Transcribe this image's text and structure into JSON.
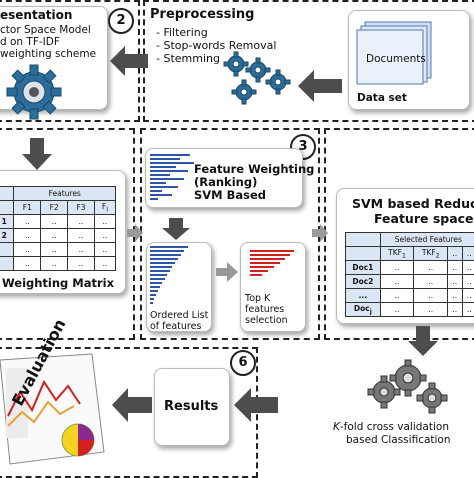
{
  "colors": {
    "blue": "#2f55a4",
    "red": "#d21f1f",
    "arrow": "#4d4d4d",
    "gear": "#2c6d9a"
  },
  "representation": {
    "step": "2",
    "title": "esentation",
    "lines": [
      "ctor Space Model",
      "d on TF-IDF",
      "weighting scheme"
    ]
  },
  "preprocessing": {
    "title": "Preprocessing",
    "lines": [
      "- Filtering",
      "- Stop-words Removal",
      "- Stemming"
    ],
    "documents_label": "Documents",
    "dataset_label": "Data set"
  },
  "weighting_matrix": {
    "caption": "Weighting Matrix",
    "header": "Features",
    "columns": [
      "F1",
      "F2",
      "F3",
      "F"
    ],
    "col_sub": "l",
    "rows": [
      "1",
      "2",
      "",
      ""
    ],
    "cell": ".."
  },
  "feature_weighting": {
    "step": "3",
    "lines": [
      "Feature Weighting",
      "(Ranking)",
      "SVM Based"
    ],
    "ordered_label": [
      "Ordered List",
      "of features"
    ],
    "topk_label": [
      "Top K",
      "features",
      "selection"
    ]
  },
  "reduced_space": {
    "title_lines": [
      "SVM based Reduce",
      "Feature space"
    ],
    "header": "Selected Features",
    "columns": [
      "TKF",
      "TKF",
      "..",
      ".."
    ],
    "col_subs": [
      "1",
      "2"
    ],
    "rows": [
      "Doc1",
      "Doc2",
      "...",
      "Doc"
    ],
    "row_sub": "j",
    "cell": ".."
  },
  "evaluation": {
    "step": "6",
    "label": "Evaluation",
    "results_label": "Results"
  },
  "classification": {
    "lines": [
      "-fold cross validation",
      "based Classification"
    ],
    "k_letter": "K"
  }
}
